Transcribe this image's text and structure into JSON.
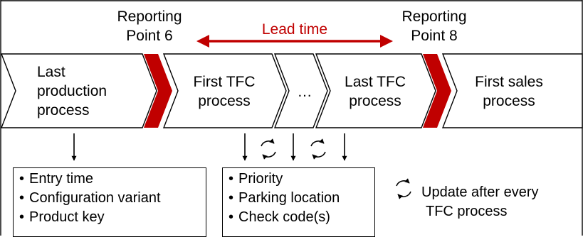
{
  "reporting_points": [
    {
      "id": "rp6",
      "lines": [
        "Reporting",
        "Point 6"
      ]
    },
    {
      "id": "rp8",
      "lines": [
        "Reporting",
        "Point 8"
      ]
    }
  ],
  "lead_time": {
    "label": "Lead time",
    "color": "#c00000"
  },
  "process_chain": [
    {
      "id": "last-production",
      "lines": [
        "Last",
        "production",
        "process"
      ]
    },
    {
      "id": "first-tfc",
      "lines": [
        "First TFC",
        "process"
      ]
    },
    {
      "id": "ellipsis",
      "lines": [
        "…"
      ]
    },
    {
      "id": "last-tfc",
      "lines": [
        "Last TFC",
        "process"
      ]
    },
    {
      "id": "first-sales",
      "lines": [
        "First sales",
        "process"
      ]
    }
  ],
  "production_attributes": [
    "Entry time",
    "Configuration variant",
    "Product key"
  ],
  "tfc_attributes": [
    "Priority",
    "Parking location",
    "Check code(s)"
  ],
  "legend": {
    "icon": "cycle-arrows-icon",
    "lines": [
      "Update after every",
      "TFC process"
    ]
  },
  "colors": {
    "accent": "#c00000",
    "line": "#000000",
    "background": "#ffffff"
  }
}
